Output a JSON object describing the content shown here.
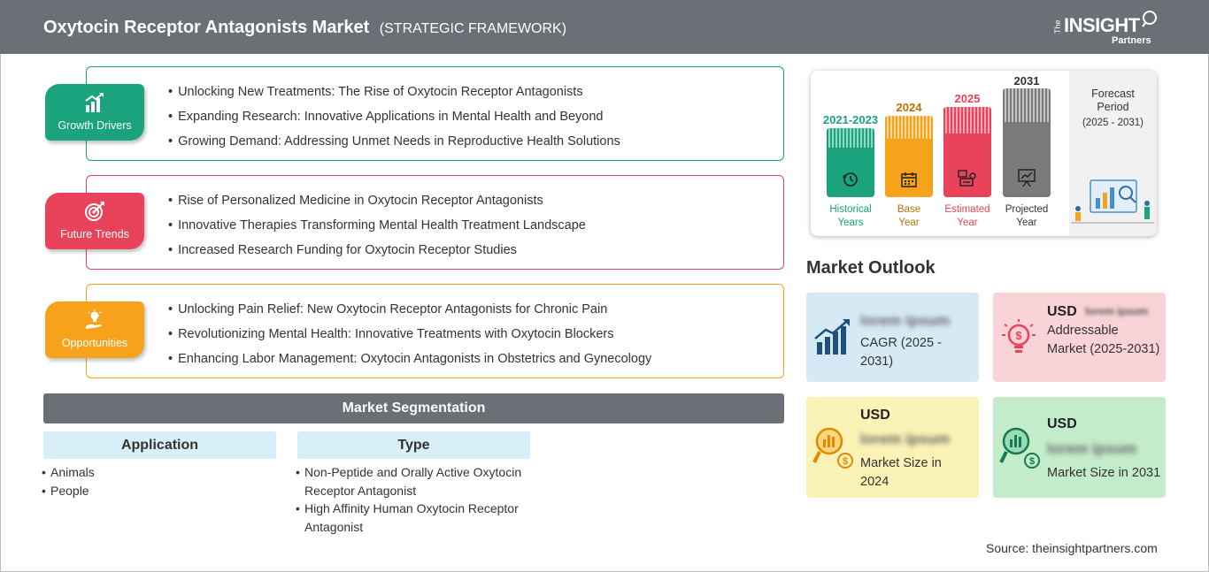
{
  "header": {
    "title": "Oxytocin Receptor Antagonists Market",
    "subtitle": "(STRATEGIC FRAMEWORK)",
    "logo_the": "The",
    "logo_insight": "INSIGHT",
    "logo_partners": "Partners"
  },
  "framework": [
    {
      "label": "Growth Drivers",
      "color": "#1aa37d",
      "icon": "bar-chart-growth-icon",
      "items": [
        "Unlocking New Treatments: The Rise of Oxytocin Receptor Antagonists",
        "Expanding Research: Innovative Applications in Mental Health and Beyond",
        "Growing Demand: Addressing Unmet Needs in Reproductive Health Solutions"
      ]
    },
    {
      "label": "Future Trends",
      "color": "#e8435a",
      "icon": "target-icon",
      "items": [
        "Rise of Personalized Medicine in Oxytocin Receptor Antagonists",
        "Innovative Therapies Transforming Mental Health Treatment Landscape",
        "Increased Research Funding for Oxytocin Receptor Studies"
      ]
    },
    {
      "label": "Opportunities",
      "color": "#f7a21b",
      "icon": "lightbulb-hand-icon",
      "items": [
        "Unlocking Pain Relief: New Oxytocin Receptor Antagonists for Chronic Pain",
        "Revolutionizing Mental Health: Innovative Treatments with Oxytocin Blockers",
        "Enhancing Labor Management: Oxytocin Antagonists in Obstetrics and Gynecology"
      ]
    }
  ],
  "segmentation": {
    "title": "Market Segmentation",
    "application": {
      "title": "Application",
      "items": [
        "Animals",
        "People"
      ]
    },
    "type": {
      "title": "Type",
      "items": [
        "Non-Peptide and Orally Active Oxytocin Receptor Antagonist",
        "High Affinity Human Oxytocin Receptor Antagonist"
      ]
    }
  },
  "timeline": {
    "bars": [
      {
        "year": "2021-2023",
        "label_line1": "Historical",
        "label_line2": "Years",
        "color": "#1aa37d",
        "icon": "history-icon"
      },
      {
        "year": "2024",
        "label_line1": "Base",
        "label_line2": "Year",
        "color": "#f7a21b",
        "icon": "calendar-icon"
      },
      {
        "year": "2025",
        "label_line1": "Estimated",
        "label_line2": "Year",
        "color": "#e8435a",
        "icon": "estimate-icon"
      },
      {
        "year": "2031",
        "label_line1": "Projected",
        "label_line2": "Year",
        "color": "#7a7a7a",
        "icon": "projection-board-icon"
      }
    ],
    "forecast_line1": "Forecast",
    "forecast_line2": "Period",
    "forecast_range": "(2025 - 2031)"
  },
  "outlook": {
    "title": "Market Outlook",
    "cards": [
      {
        "usd": "",
        "value": "lorem ipsum",
        "desc": "CAGR (2025 - 2031)",
        "color": "#d6eaf6",
        "icon": "growth-chart-icon"
      },
      {
        "usd": "USD",
        "value": "lorem ipsum",
        "desc": "Addressable Market (2025-2031)",
        "color": "#f9d3d7",
        "icon": "idea-dollar-icon"
      },
      {
        "usd": "USD",
        "value": "lorem ipsum",
        "desc": "Market Size in 2024",
        "color": "#fbf2b6",
        "icon": "magnifier-dollar-icon"
      },
      {
        "usd": "USD",
        "value": "lorem ipsum",
        "desc": "Market Size in 2031",
        "color": "#c3eccb",
        "icon": "magnifier-dollar-icon"
      }
    ]
  },
  "source": "Source: theinsightpartners.com"
}
